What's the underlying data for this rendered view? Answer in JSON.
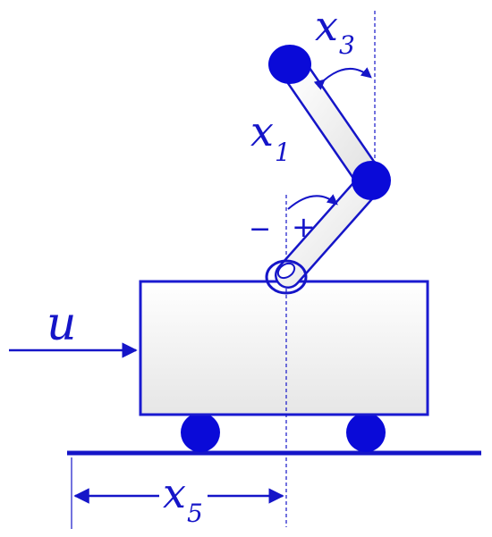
{
  "labels": {
    "x1_main": "x",
    "x1_sub": "1",
    "x3_main": "x",
    "x3_sub": "3",
    "x5_main": "x",
    "x5_sub": "5",
    "u": "u",
    "minus": "−",
    "plus": "+"
  },
  "colors": {
    "line": "#1515c8",
    "joint": "#0a0ad8",
    "fill_light": "#f0f0f0",
    "cart_stroke": "#1a1ad0"
  }
}
